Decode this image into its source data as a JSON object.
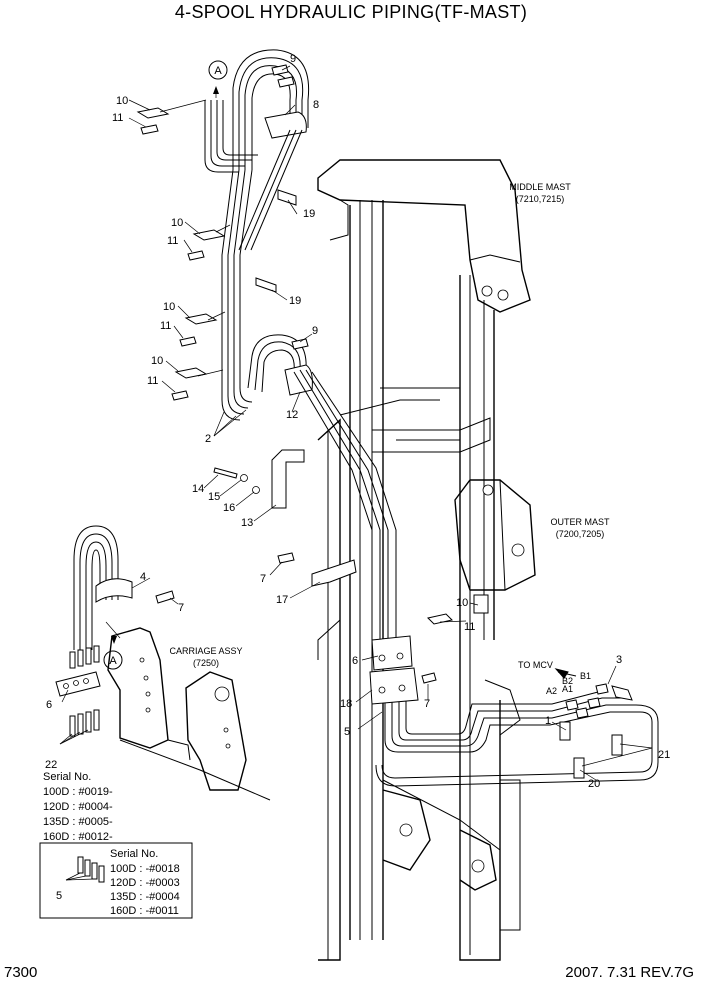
{
  "title": "4-SPOOL HYDRAULIC PIPING(TF-MAST)",
  "page_number": "7300",
  "revision": "2007. 7.31  REV.7G",
  "captions": {
    "middle_mast": "MIDDLE MAST",
    "middle_mast_codes": "(7210,7215)",
    "outer_mast": "OUTER MAST",
    "outer_mast_codes": "(7200,7205)",
    "carriage": "CARRIAGE ASSY",
    "carriage_codes": "(7250)",
    "to_mcv": "TO MCV",
    "view_a": "A"
  },
  "ports": {
    "b1": "B1",
    "b2": "B2",
    "a1": "A1",
    "a2": "A2"
  },
  "callouts": {
    "c1": "1",
    "c2": "2",
    "c3": "3",
    "c4": "4",
    "c5": "5",
    "c6": "6",
    "c7": "7",
    "c8": "8",
    "c9": "9",
    "c10": "10",
    "c11": "11",
    "c12": "12",
    "c13": "13",
    "c14": "14",
    "c15": "15",
    "c16": "16",
    "c17": "17",
    "c18": "18",
    "c19": "19",
    "c20": "20",
    "c21": "21",
    "c22": "22"
  },
  "serial_left": {
    "heading": "Serial No.",
    "rows": [
      "100D : #0019-",
      "120D : #0004-",
      "135D : #0005-",
      "160D : #0012-"
    ]
  },
  "serial_box": {
    "heading": "Serial No.",
    "rows": [
      "100D : -#0018",
      "120D : -#0003",
      "135D : -#0004",
      "160D : -#0011"
    ]
  }
}
